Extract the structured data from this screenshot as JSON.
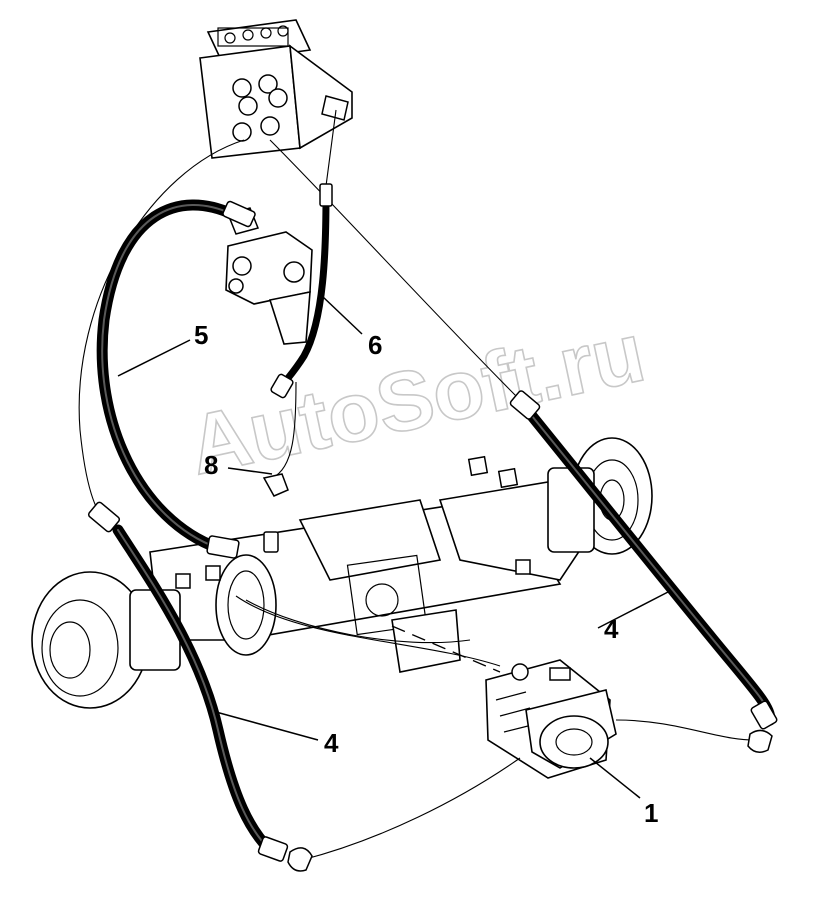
{
  "watermark": "AutoSoft.ru",
  "callouts": [
    {
      "id": "label-1",
      "text": "1"
    },
    {
      "id": "label-4a",
      "text": "4"
    },
    {
      "id": "label-4b",
      "text": "4"
    },
    {
      "id": "label-5",
      "text": "5"
    },
    {
      "id": "label-6",
      "text": "6"
    },
    {
      "id": "label-8",
      "text": "8"
    }
  ]
}
